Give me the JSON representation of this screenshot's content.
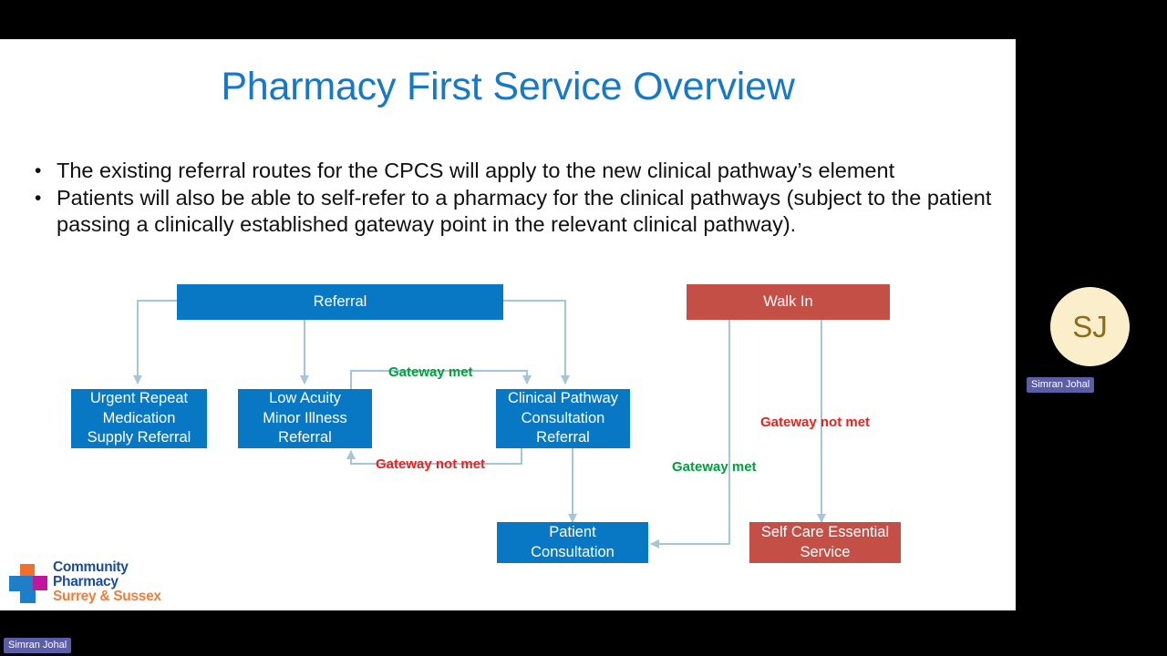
{
  "slide": {
    "title": "Pharmacy First Service Overview",
    "title_color": "#1878c8",
    "bullets": [
      {
        "marker": "•",
        "text": "The existing referral routes for the CPCS will apply to the new clinical pathway’s element"
      },
      {
        "marker": "•",
        "text": "Patients will also be able to self-refer to a pharmacy for the clinical pathways (subject to the patient passing a clinically established gateway point in the relevant clinical pathway)."
      }
    ]
  },
  "diagram": {
    "colors": {
      "blue": "#0878c4",
      "red": "#c44f46",
      "connector": "#a8c4d8",
      "gateway_met": "#00a03c",
      "gateway_not_met": "#e8231e"
    },
    "nodes": [
      {
        "id": "referral",
        "label": "Referral",
        "color": "blue"
      },
      {
        "id": "walk-in",
        "label": "Walk In",
        "color": "red"
      },
      {
        "id": "urgent-repeat",
        "label": "Urgent Repeat\nMedication\nSupply Referral",
        "color": "blue"
      },
      {
        "id": "low-acuity",
        "label": "Low Acuity\nMinor Illness\nReferral",
        "color": "blue"
      },
      {
        "id": "clinical-path",
        "label": "Clinical Pathway\nConsultation\nReferral",
        "color": "blue"
      },
      {
        "id": "patient-cons",
        "label": "Patient\nConsultation",
        "color": "blue"
      },
      {
        "id": "self-care",
        "label": "Self Care Essential\nService",
        "color": "red"
      }
    ],
    "edge_labels": [
      {
        "id": "gateway-met-top",
        "text": "Gateway met",
        "tone": "green"
      },
      {
        "id": "gateway-not-met-bottom",
        "text": "Gateway not met",
        "tone": "red"
      },
      {
        "id": "gateway-not-met-walkin",
        "text": "Gateway not met",
        "tone": "red"
      },
      {
        "id": "gateway-met-walkin",
        "text": "Gateway met",
        "tone": "green"
      }
    ]
  },
  "logo": {
    "line1": "Community",
    "line2": "Pharmacy",
    "line3": "Surrey & Sussex",
    "mark_colors": {
      "orange": "#f2702e",
      "blue": "#1e7ec8",
      "magenta": "#c0189c"
    }
  },
  "video": {
    "avatar_initials": "SJ",
    "tile_name": "Simran Johal",
    "stage_name": "Simran Johal"
  }
}
